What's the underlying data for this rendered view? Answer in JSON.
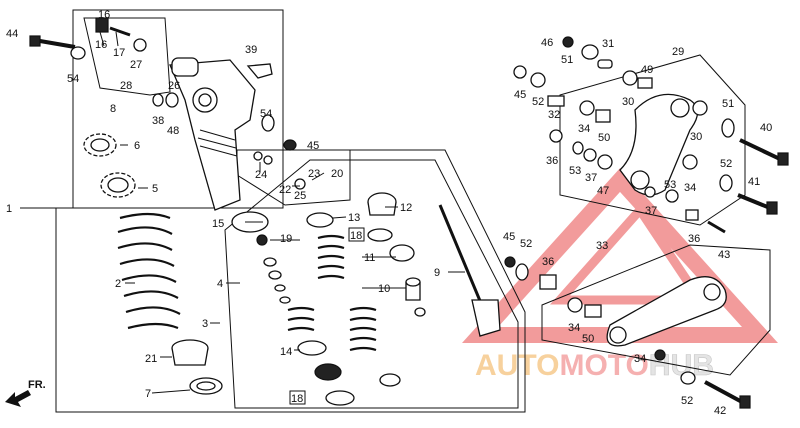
{
  "direction_label": "FR.",
  "watermark": {
    "part1": "AUTO",
    "part2": "MOTO",
    "part3": "HUB",
    "color1": "#f6c98c",
    "color2": "#f4a3a3",
    "color3": "#e6e6e6",
    "triangle_color": "#f08a8a"
  },
  "callouts": {
    "n1": "1",
    "n2": "2",
    "n3": "3",
    "n4": "4",
    "n5": "5",
    "n6": "6",
    "n7": "7",
    "n8": "8",
    "n9": "9",
    "n10": "10",
    "n11": "11",
    "n12": "12",
    "n13": "13",
    "n14": "14",
    "n15": "15",
    "n16": "16",
    "n17": "17",
    "n18a": "18",
    "n18b": "18",
    "n19": "19",
    "n20": "20",
    "n21": "21",
    "n22": "22",
    "n23": "23",
    "n24": "24",
    "n25": "25",
    "n26": "26",
    "n27": "27",
    "n28": "28",
    "n29": "29",
    "n30a": "30",
    "n30b": "30",
    "n31": "31",
    "n32": "32",
    "n33": "33",
    "n34a": "34",
    "n34b": "34",
    "n34c": "34",
    "n34d": "34",
    "n36a": "36",
    "n36b": "36",
    "n36c": "36",
    "n37a": "37",
    "n37b": "37",
    "n38": "38",
    "n39": "39",
    "n40": "40",
    "n41": "41",
    "n42": "42",
    "n43": "43",
    "n44": "44",
    "n45a": "45",
    "n45b": "45",
    "n45c": "45",
    "n46": "46",
    "n47": "47",
    "n48": "48",
    "n49": "49",
    "n50a": "50",
    "n50b": "50",
    "n51a": "51",
    "n51b": "51",
    "n52a": "52",
    "n52b": "52",
    "n52c": "52",
    "n52d": "52",
    "n53a": "53",
    "n53b": "53",
    "n54a": "54",
    "n54b": "54"
  }
}
